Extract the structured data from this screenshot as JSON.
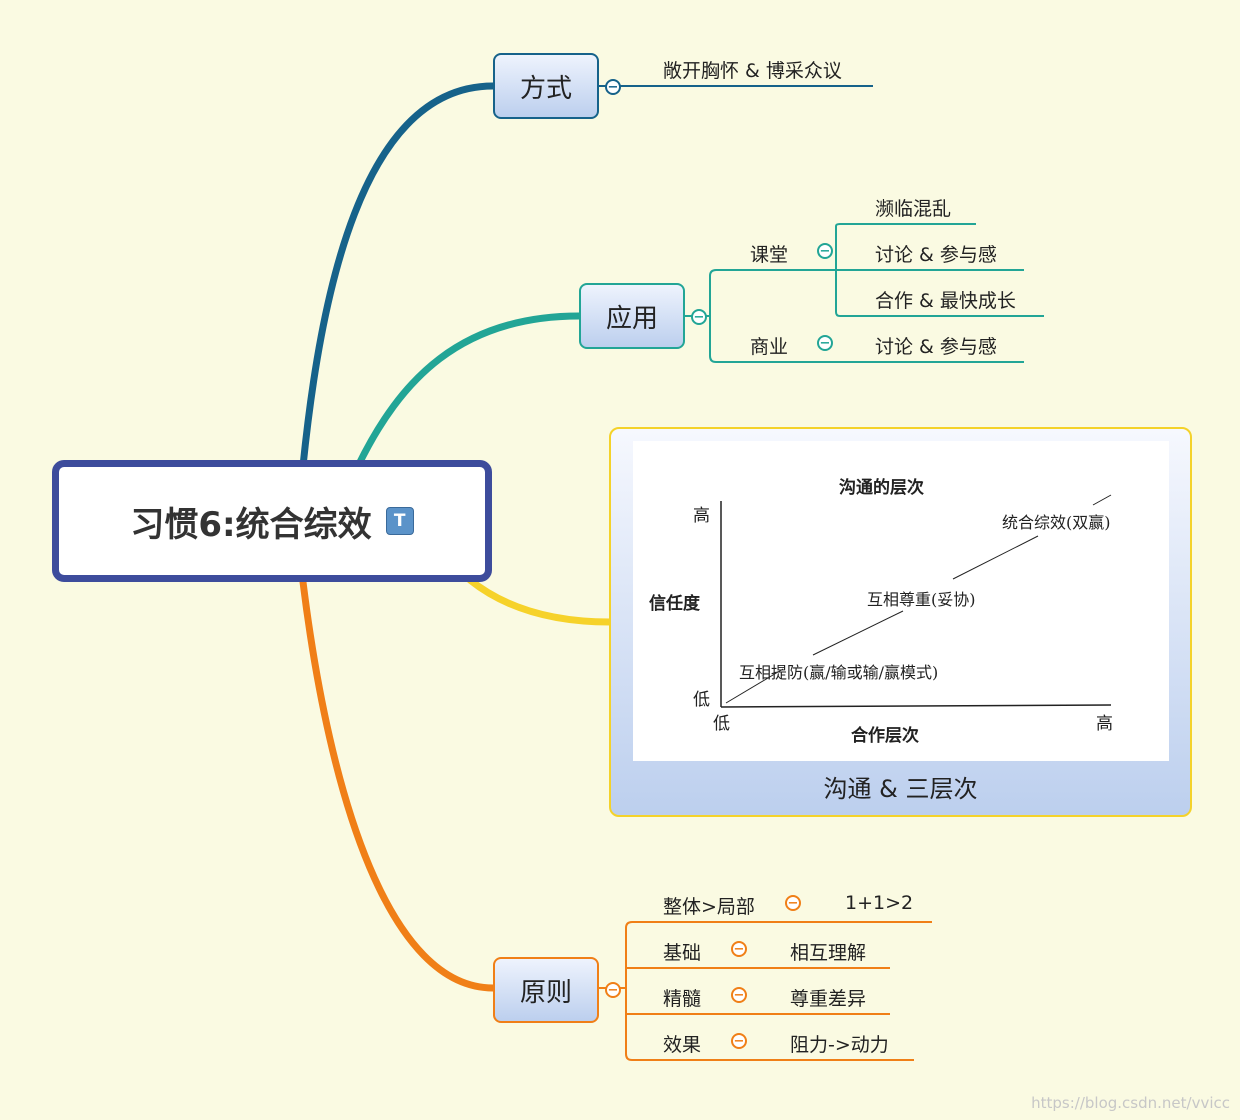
{
  "central": {
    "title": "习惯6:统合综效",
    "badge": "T"
  },
  "branches": {
    "fangshi": {
      "label": "方式",
      "items": [
        "敞开胸怀 & 博采众议"
      ]
    },
    "yingyong": {
      "label": "应用",
      "ketang": {
        "label": "课堂",
        "items": [
          "濒临混乱",
          "讨论 & 参与感",
          "合作 & 最快成长"
        ]
      },
      "shangye": {
        "label": "商业",
        "items": [
          "讨论 & 参与感"
        ]
      }
    },
    "image": {
      "caption": "沟通 & 三层次"
    },
    "yuanze": {
      "label": "原则",
      "rows": [
        {
          "key": "整体>局部",
          "value": "1+1>2"
        },
        {
          "key": "基础",
          "value": "相互理解"
        },
        {
          "key": "精髓",
          "value": "尊重差异"
        },
        {
          "key": "效果",
          "value": "阻力->动力"
        }
      ]
    }
  },
  "toggle_symbol": "−",
  "colors": {
    "fangshi": "#16628a",
    "yingyong": "#22a596",
    "image": "#f6d22a",
    "yuanze": "#f07f17",
    "central_border": "#3d4c9c"
  },
  "chart_data": {
    "type": "line",
    "title": "沟通的层次",
    "xlabel": "合作层次",
    "ylabel": "信任度",
    "x_ticks": [
      "低",
      "高"
    ],
    "y_ticks": [
      "低",
      "高"
    ],
    "series": [
      {
        "name": "互相提防(赢/输或输/赢模式)",
        "level": "低"
      },
      {
        "name": "互相尊重(妥协)",
        "level": "中"
      },
      {
        "name": "统合综效(双赢)",
        "level": "高"
      }
    ]
  },
  "watermark": "https://blog.csdn.net/vvicc"
}
